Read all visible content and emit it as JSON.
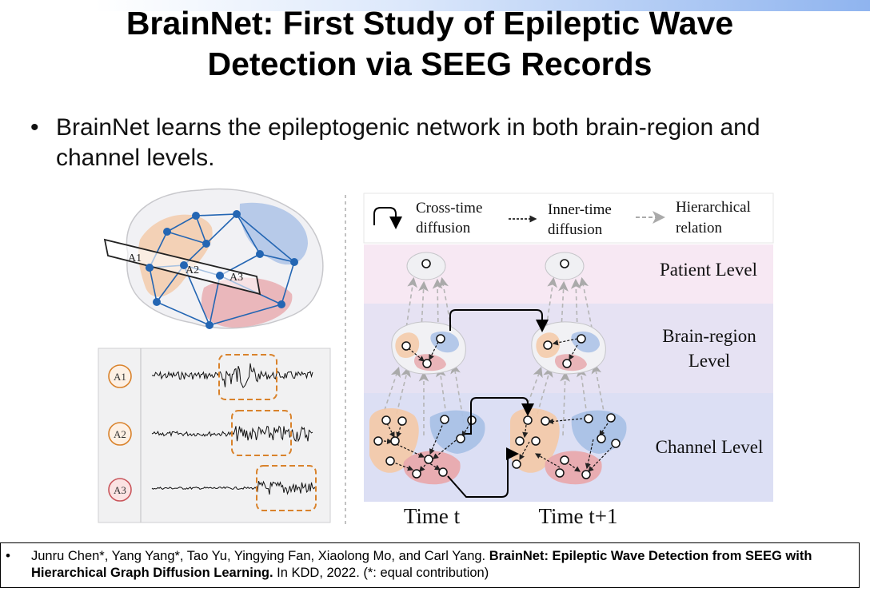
{
  "slide": {
    "title_line1": "BrainNet: First Study of Epileptic Wave",
    "title_line2": "Detection via SEEG Records",
    "bullet_marker": "•",
    "bullet_text": "BrainNet learns the epileptogenic network in both brain-region and channel levels."
  },
  "left_figure": {
    "electrode_labels": [
      "A1",
      "A2",
      "A3"
    ],
    "channel_labels": [
      "A1",
      "A2",
      "A3"
    ]
  },
  "right_figure": {
    "legend": {
      "cross_time": [
        "Cross-time",
        "diffusion"
      ],
      "inner_time": [
        "Inner-time",
        "diffusion"
      ],
      "hierarchical": [
        "Hierarchical",
        "relation"
      ]
    },
    "levels": {
      "patient": "Patient Level",
      "brain_region": [
        "Brain-region",
        "Level"
      ],
      "channel": "Channel Level"
    },
    "time_labels": [
      "Time t",
      "Time t+1"
    ]
  },
  "colors": {
    "patient_band": "#f7e8f3",
    "region_band": "#e6e2f3",
    "channel_band": "#dcdff4",
    "orange_region": "#f4c9a6",
    "blue_region": "#a9c1e6",
    "red_region": "#e8a9ad",
    "electrode_blue": "#2466b3",
    "dash_orange": "#d9822b"
  },
  "reference": {
    "marker": "•",
    "authors": "Junru Chen*, Yang Yang*, Tao Yu, Yingying Fan, Xiaolong Mo, and Carl Yang. ",
    "paper_title": "BrainNet: Epileptic Wave Detection from SEEG with Hierarchical Graph Diffusion Learning.",
    "venue": " In KDD, 2022. (*: equal contribution)"
  }
}
